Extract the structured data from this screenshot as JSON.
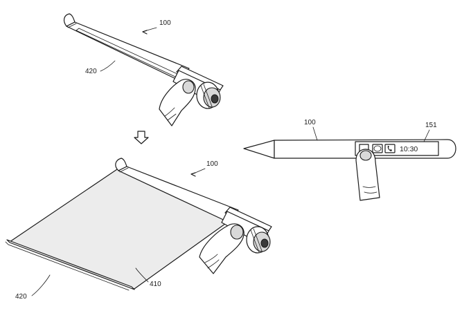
{
  "figure": {
    "top": {
      "ref_device": "100",
      "ref_strip": "420"
    },
    "bottom": {
      "ref_device": "100",
      "ref_strip": "420",
      "ref_sheet": "410"
    },
    "right": {
      "ref_device": "100",
      "ref_display": "151",
      "time": "10:30",
      "icons": [
        "message-icon",
        "chat-bubble-icon",
        "phone-icon"
      ]
    },
    "transition_arrow": "down-arrow-icon"
  }
}
